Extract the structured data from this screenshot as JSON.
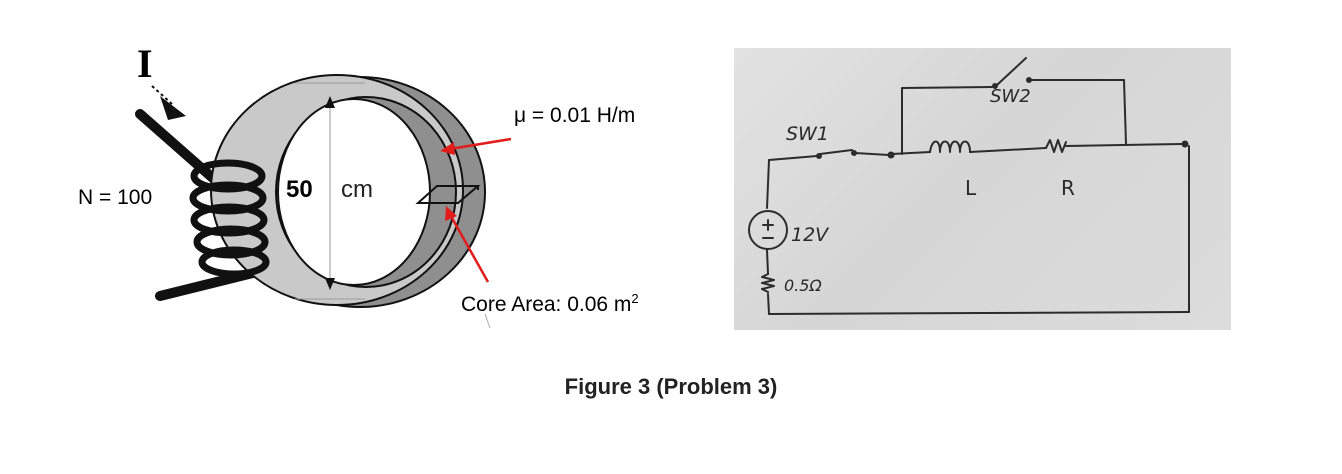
{
  "toroid": {
    "current_label": "I",
    "turns_label": "N = 100",
    "diameter_value": "50",
    "diameter_unit": "cm",
    "permeability_label": "μ = 0.01 H/m",
    "core_area_label": "Core Area: 0.06 m",
    "core_area_exponent": "2"
  },
  "circuit": {
    "switch1_label": "SW1",
    "switch2_label": "SW2",
    "inductor_label": "L",
    "resistor_label": "R",
    "voltage_label": "12V",
    "internal_resistance_label": "0.5Ω"
  },
  "caption": "Figure 3 (Problem 3)",
  "colors": {
    "core_light": "#c9c9c9",
    "core_dark": "#8f8f8f",
    "arrow_red": "#e21b1b",
    "winding": "#111111"
  },
  "icons": [
    "current-direction-arrow-icon",
    "pointer-arrow-icon"
  ]
}
